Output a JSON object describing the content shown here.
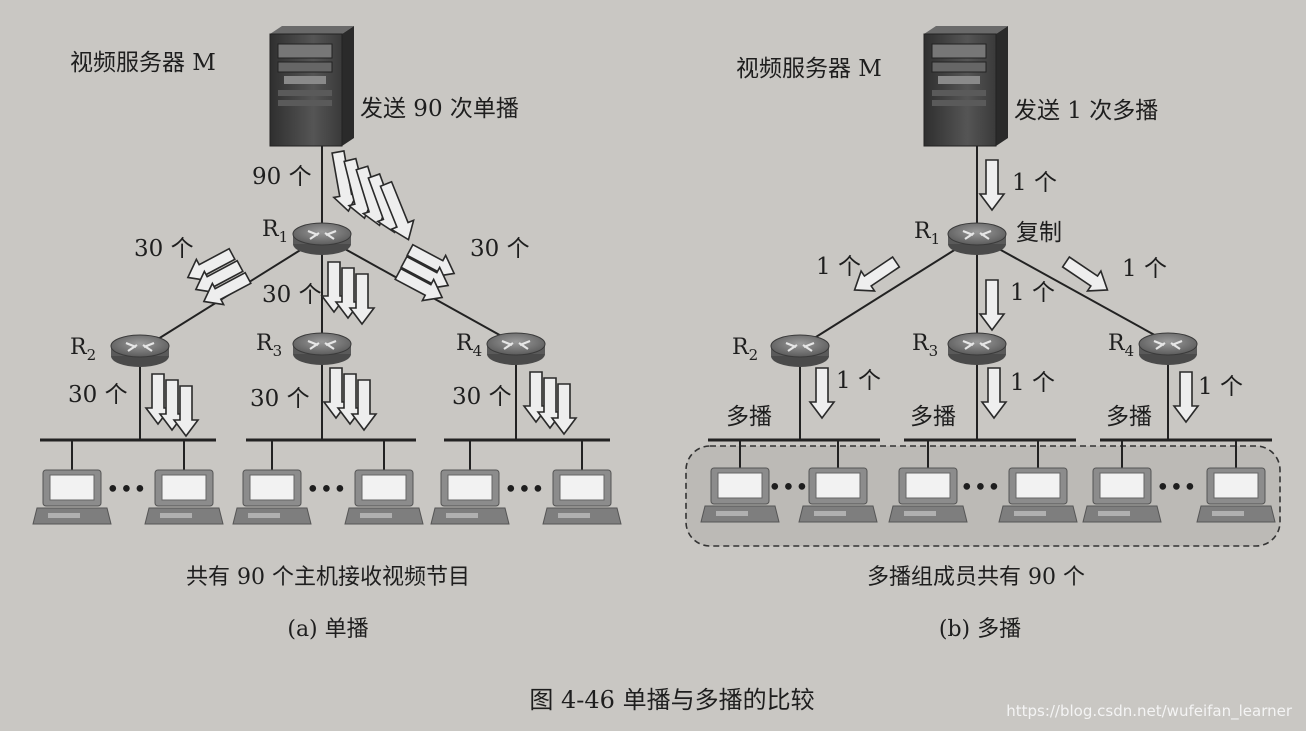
{
  "colors": {
    "background": "#c9c7c3",
    "ink": "#1e1e1e",
    "server": "#444444",
    "router": "#6f6f6f",
    "arrow_fill": "#eeeeee",
    "group_box": "#bcbab6"
  },
  "icons": {
    "server": "server-tower-icon",
    "router": "router-icon",
    "host": "computer-host-icon",
    "flow": "hollow-arrow-icon"
  },
  "unicast": {
    "server_label": "视频服务器 M",
    "send_label": "发送 90 次单播",
    "link_counts": {
      "server_r1": "90 个",
      "r1_r2": "30 个",
      "r1_r3": "30 个",
      "r1_r4": "30 个",
      "r2_lan": "30 个",
      "r3_lan": "30 个",
      "r4_lan": "30 个"
    },
    "routers": {
      "r1": "R",
      "r2": "R",
      "r3": "R",
      "r4": "R"
    },
    "router_subs": {
      "r1": "1",
      "r2": "2",
      "r3": "3",
      "r4": "4"
    },
    "ellipsis": "•••",
    "caption": "共有 90 个主机接收视频节目",
    "sub_caption": "(a) 单播"
  },
  "multicast": {
    "server_label": "视频服务器 M",
    "send_label": "发送 1 次多播",
    "copy_label": "复制",
    "link_counts": {
      "server_r1": "1 个",
      "r1_r2": "1 个",
      "r1_r3": "1 个",
      "r1_r4": "1 个",
      "r2_lan": "1 个",
      "r3_lan": "1 个",
      "r4_lan": "1 个"
    },
    "lan_labels": {
      "lan2": "多播",
      "lan3": "多播",
      "lan4": "多播"
    },
    "routers": {
      "r1": "R",
      "r2": "R",
      "r3": "R",
      "r4": "R"
    },
    "router_subs": {
      "r1": "1",
      "r2": "2",
      "r3": "3",
      "r4": "4"
    },
    "ellipsis": "•••",
    "caption": "多播组成员共有 90 个",
    "sub_caption": "(b) 多播"
  },
  "figure_caption": "图 4-46   单播与多播的比较",
  "watermark": "https://blog.csdn.net/wufeifan_learner"
}
